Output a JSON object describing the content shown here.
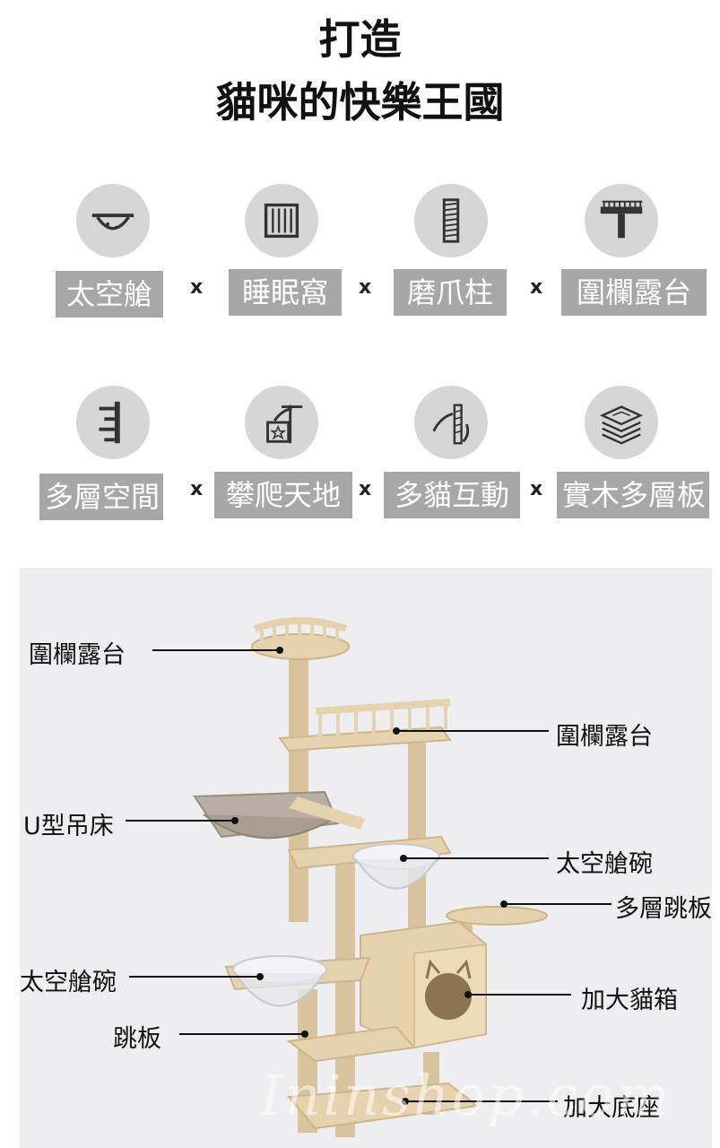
{
  "header": {
    "line1": "打造",
    "line2": "貓咪的快樂王國"
  },
  "features_row1": [
    {
      "icon": "space-capsule-icon",
      "label": "太空艙"
    },
    {
      "icon": "sleeping-nest-icon",
      "label": "睡眠窩"
    },
    {
      "icon": "scratching-post-icon",
      "label": "磨爪柱"
    },
    {
      "icon": "fenced-platform-icon",
      "label": "圍欄露台"
    }
  ],
  "features_row2": [
    {
      "icon": "multi-level-icon",
      "label": "多層空間"
    },
    {
      "icon": "climbing-icon",
      "label": "攀爬天地"
    },
    {
      "icon": "multi-cat-icon",
      "label": "多貓互動"
    },
    {
      "icon": "solid-wood-boards-icon",
      "label": "實木多層板"
    }
  ],
  "separator": "x",
  "callouts": {
    "top_fence": "圍欄露台",
    "mid_fence": "圍欄露台",
    "hammock": "U型吊床",
    "bowl_right": "太空艙碗",
    "jump_board_right": "多層跳板",
    "bowl_left": "太空艙碗",
    "cat_box": "加大貓箱",
    "jump_board": "跳板",
    "base": "加大底座"
  },
  "watermark": "Ininshop.com",
  "colors": {
    "icon_bg": "#d6d6d6",
    "label_bg": "#a7a7a7",
    "wood": "#e6d2ae",
    "sisal": "#d8c39c",
    "product_bg": "#eeedf0"
  }
}
